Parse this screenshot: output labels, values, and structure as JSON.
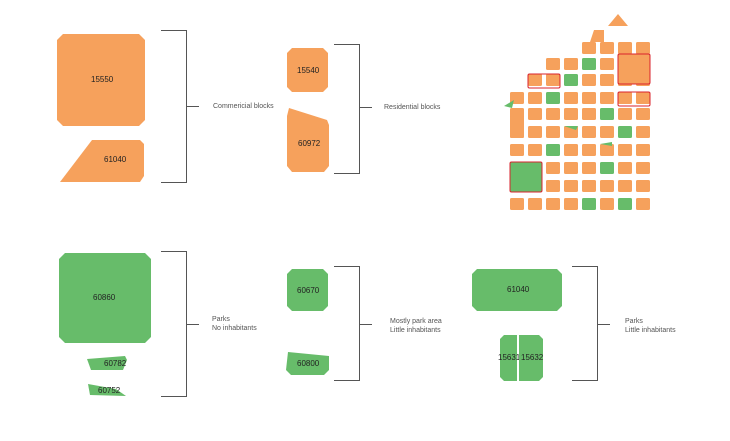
{
  "colors": {
    "orange": "#f6a15c",
    "green": "#67bc6a",
    "red_outline": "#d9232d",
    "bracket": "#555555"
  },
  "groups": {
    "commercial": {
      "caption": "Commericial blocks",
      "blocks": [
        "15550",
        "61040"
      ]
    },
    "residential": {
      "caption": "Residential blocks",
      "blocks": [
        "15540",
        "60972"
      ]
    },
    "parks_no_inhabitants": {
      "caption_line1": "Parks",
      "caption_line2": "No inhabitants",
      "blocks": [
        "60860",
        "60782",
        "60752"
      ]
    },
    "mostly_park": {
      "caption_line1": "Mostly park area",
      "caption_line2": "Little inhabitants",
      "blocks": [
        "60670",
        "60800"
      ]
    },
    "parks_little": {
      "caption_line1": "Parks",
      "caption_line2": "Little inhabitants",
      "blocks": [
        "61040",
        "15631",
        "15632"
      ]
    }
  }
}
